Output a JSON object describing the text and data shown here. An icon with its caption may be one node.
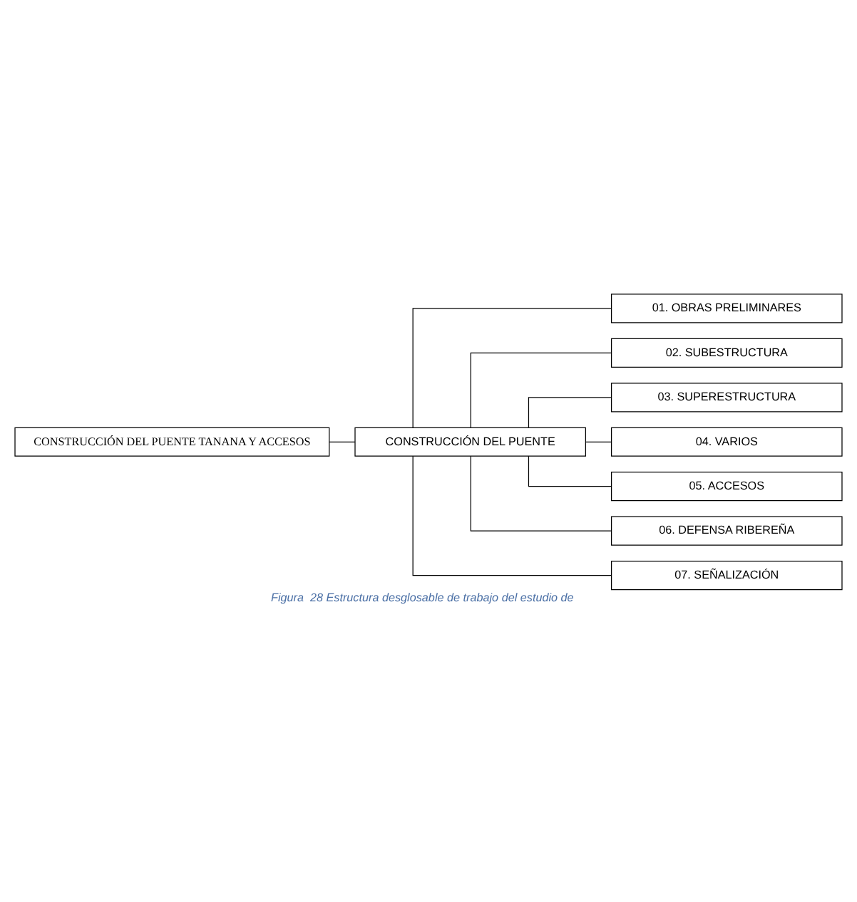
{
  "diagram": {
    "caption": "Figura  28 Estructura desglosable de trabajo del estudio de",
    "nodes": [
      {
        "text": [
          "CONSTRUCCIÓN DEL PUENTE TANANA Y ACCESOS"
        ]
      },
      {
        "text": [
          "CONSTRUCCIÓN DEL PUENTE"
        ]
      },
      {
        "text": [
          "01. OBRAS PRELIMINARES"
        ]
      },
      {
        "text": [
          "02. SUBESTRUCTURA"
        ]
      },
      {
        "text": [
          "03. SUPERESTRUCTURA"
        ]
      },
      {
        "text": [
          "04. VARIOS"
        ]
      },
      {
        "text": [
          "05. ACCESOS"
        ]
      },
      {
        "text": [
          "06. DEFENSA RIBEREÑA"
        ]
      },
      {
        "text": [
          "07. SEÑALIZACIÓN"
        ]
      }
    ],
    "edges": [
      {
        "from": 0,
        "to": 1,
        "arrow": "none"
      },
      {
        "from": 1,
        "to": 2,
        "arrow": "none"
      },
      {
        "from": 1,
        "to": 3,
        "arrow": "none"
      },
      {
        "from": 1,
        "to": 4,
        "arrow": "none"
      },
      {
        "from": 1,
        "to": 5,
        "arrow": "none"
      },
      {
        "from": 1,
        "to": 6,
        "arrow": "none"
      },
      {
        "from": 1,
        "to": 7,
        "arrow": "none"
      },
      {
        "from": 1,
        "to": 8,
        "arrow": "none"
      }
    ]
  }
}
